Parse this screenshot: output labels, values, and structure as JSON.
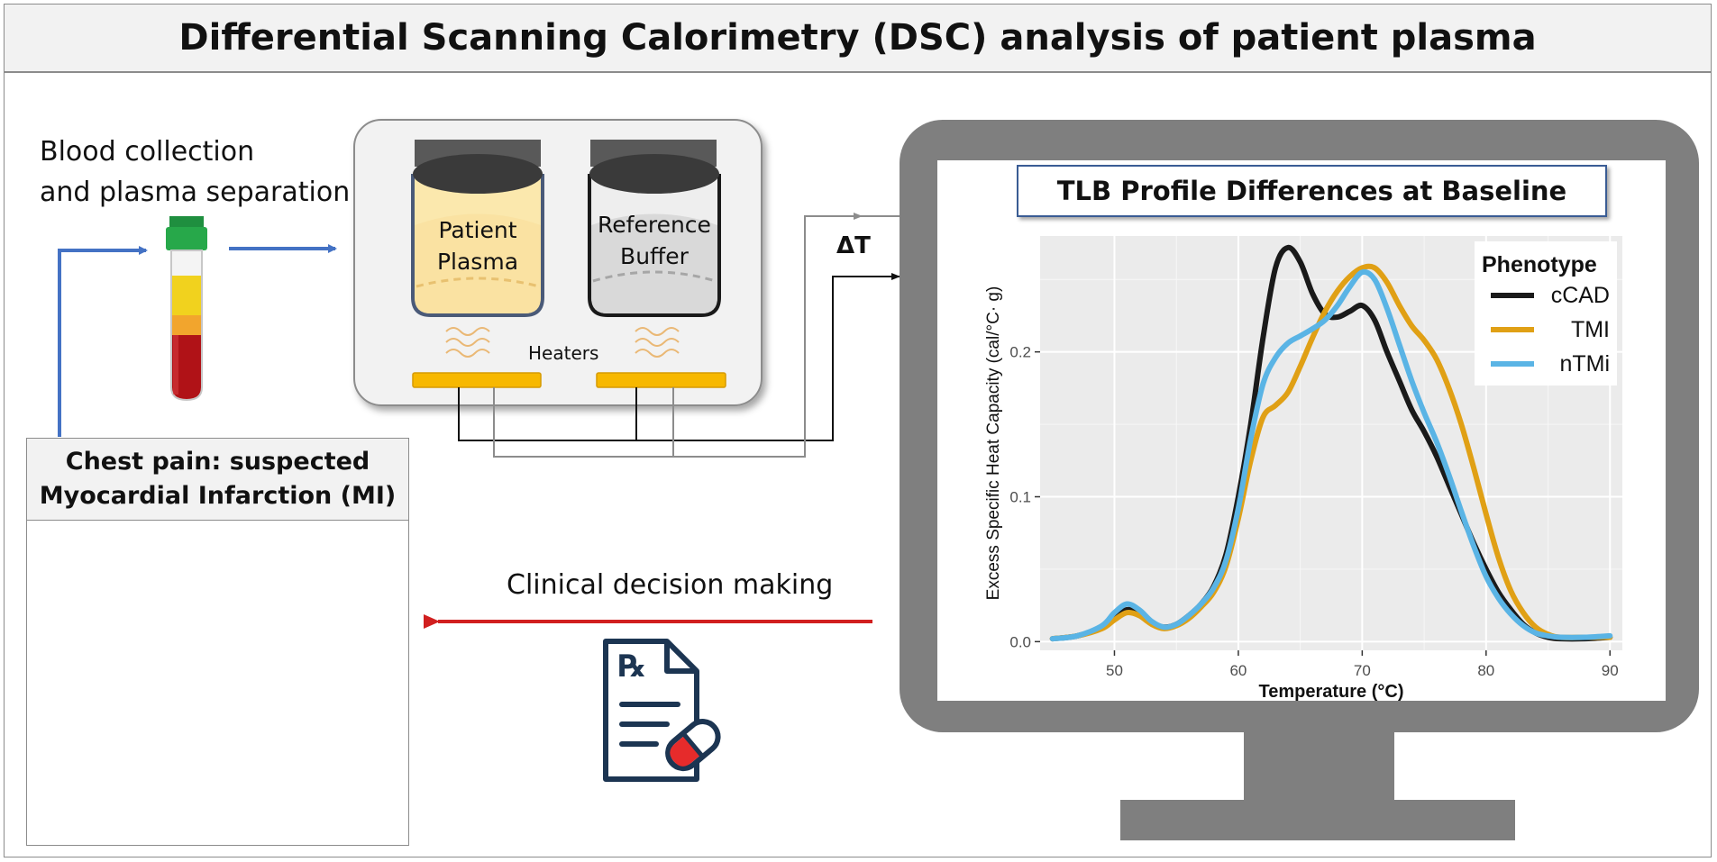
{
  "title": "Differential Scanning Calorimetry (DSC) analysis of patient plasma",
  "blood_collection": [
    "Blood collection",
    "and plasma separation"
  ],
  "calorimeter": {
    "sample_cell": [
      "Patient",
      "Plasma"
    ],
    "reference_cell": [
      "Reference",
      "Buffer"
    ],
    "heaters_label": "Heaters",
    "delta_t_label": "ΔT"
  },
  "patient": {
    "title_line1": "Chest pain: suspected",
    "title_line2": "Myocardial Infarction (MI)"
  },
  "decision_label": "Clinical decision making",
  "prescription_glyph": "℞",
  "colors": {
    "cCAD": "#1a1a1a",
    "TMI": "#e0a015",
    "nTMi": "#5ab4e5",
    "flow_arrow": "#4472c4",
    "decision_arrow": "#d11f1f",
    "heater": "#f7b800",
    "monitor": "#7f7f7f"
  },
  "chart_data": {
    "type": "line",
    "title": "TLB Profile Differences at Baseline",
    "xlabel": "Temperature (°C)",
    "ylabel": "Excess Specific Heat Capacity (cal/°C· g)",
    "xlim": [
      44,
      91
    ],
    "ylim": [
      -0.006,
      0.28
    ],
    "xticks": [
      50,
      60,
      70,
      80,
      90
    ],
    "yticks": [
      0.0,
      0.1,
      0.2
    ],
    "ytick_labels": [
      "0.0",
      "0.1",
      "0.2"
    ],
    "grid": true,
    "legend_title": "Phenotype",
    "legend_position": "top-right",
    "series": [
      {
        "name": "cCAD",
        "color": "#1a1a1a",
        "x": [
          45,
          47,
          49,
          50,
          51,
          52,
          53,
          54,
          55,
          56,
          57,
          58,
          59,
          60,
          61,
          62,
          63,
          64,
          65,
          66,
          67,
          68,
          69,
          70,
          71,
          72,
          73,
          74,
          75,
          76,
          77,
          78,
          79,
          80,
          81,
          82,
          83,
          84,
          85,
          86,
          88,
          90
        ],
        "y": [
          0.002,
          0.004,
          0.01,
          0.017,
          0.022,
          0.02,
          0.013,
          0.01,
          0.012,
          0.018,
          0.026,
          0.038,
          0.06,
          0.1,
          0.15,
          0.21,
          0.258,
          0.272,
          0.262,
          0.24,
          0.226,
          0.224,
          0.228,
          0.232,
          0.222,
          0.2,
          0.18,
          0.16,
          0.145,
          0.128,
          0.108,
          0.088,
          0.068,
          0.05,
          0.034,
          0.022,
          0.012,
          0.006,
          0.003,
          0.002,
          0.002,
          0.003
        ]
      },
      {
        "name": "TMI",
        "color": "#e0a015",
        "x": [
          45,
          47,
          49,
          50,
          51,
          52,
          53,
          54,
          55,
          56,
          57,
          58,
          59,
          60,
          61,
          62,
          63,
          64,
          65,
          66,
          67,
          68,
          69,
          70,
          71,
          72,
          73,
          74,
          75,
          76,
          77,
          78,
          79,
          80,
          81,
          82,
          83,
          84,
          85,
          86,
          88,
          90
        ],
        "y": [
          0.002,
          0.004,
          0.009,
          0.015,
          0.02,
          0.018,
          0.012,
          0.009,
          0.011,
          0.016,
          0.024,
          0.034,
          0.052,
          0.085,
          0.125,
          0.155,
          0.163,
          0.172,
          0.19,
          0.21,
          0.228,
          0.242,
          0.252,
          0.258,
          0.258,
          0.248,
          0.232,
          0.218,
          0.208,
          0.195,
          0.175,
          0.15,
          0.12,
          0.088,
          0.058,
          0.035,
          0.02,
          0.01,
          0.005,
          0.003,
          0.003,
          0.003
        ]
      },
      {
        "name": "nTMi",
        "color": "#5ab4e5",
        "x": [
          45,
          47,
          49,
          50,
          51,
          52,
          53,
          54,
          55,
          56,
          57,
          58,
          59,
          60,
          61,
          62,
          63,
          64,
          65,
          66,
          67,
          68,
          69,
          70,
          71,
          72,
          73,
          74,
          75,
          76,
          77,
          78,
          79,
          80,
          81,
          82,
          83,
          84,
          85,
          86,
          88,
          90
        ],
        "y": [
          0.002,
          0.004,
          0.011,
          0.02,
          0.026,
          0.022,
          0.014,
          0.01,
          0.012,
          0.018,
          0.026,
          0.037,
          0.056,
          0.092,
          0.14,
          0.178,
          0.196,
          0.206,
          0.211,
          0.216,
          0.222,
          0.232,
          0.245,
          0.255,
          0.25,
          0.23,
          0.205,
          0.18,
          0.158,
          0.138,
          0.115,
          0.09,
          0.066,
          0.045,
          0.03,
          0.019,
          0.011,
          0.006,
          0.004,
          0.003,
          0.003,
          0.004
        ]
      }
    ]
  }
}
